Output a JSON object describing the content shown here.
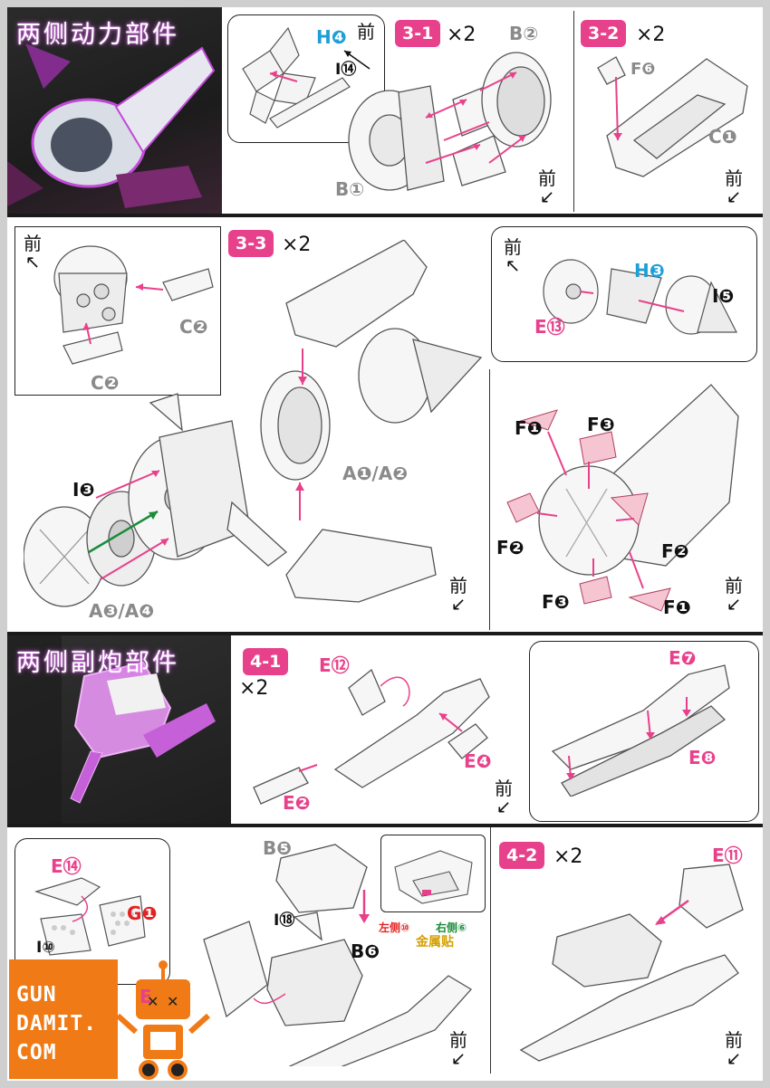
{
  "sections": {
    "engine": {
      "title": "两侧动力部件"
    },
    "cannon": {
      "title": "两侧副炮部件"
    }
  },
  "steps": {
    "s3_1": {
      "label": "3-1",
      "count": "×2"
    },
    "s3_2": {
      "label": "3-2",
      "count": "×2"
    },
    "s3_3": {
      "label": "3-3",
      "count": "×2"
    },
    "s4_1": {
      "label": "4-1",
      "count": "×2"
    },
    "s4_2": {
      "label": "4-2",
      "count": "×2"
    }
  },
  "front_label": "前",
  "parts": {
    "h4": "H❹",
    "i14": "I⑭",
    "b2": "B②",
    "b1": "B①",
    "f6": "F❻",
    "c1": "C❶",
    "c2a": "C❷",
    "c2b": "C❷",
    "i3": "I❸",
    "a34": "A❸/A❹",
    "a12": "A❶/A❷",
    "h3": "H❸",
    "i5": "I❺",
    "e13": "E⑬",
    "f1a": "F❶",
    "f3a": "F❸",
    "f2a": "F❷",
    "f2b": "F❷",
    "f3b": "F❸",
    "f1b": "F❶",
    "e12": "E⑫",
    "e4": "E❹",
    "e2": "E❷",
    "e7": "E❼",
    "e8": "E❽",
    "b5": "B❺",
    "e14": "E⑭",
    "g1": "G❶",
    "i10": "I⑩",
    "i18": "I⑱",
    "b6": "B❻",
    "e11": "E⑪",
    "e_partial": "E"
  },
  "decal": {
    "left": "左侧",
    "left_num": "⑩",
    "right": "右侧",
    "right_num": "⑥",
    "title": "金属贴"
  },
  "watermark": {
    "line1": "GUN",
    "line2": "DAMIT.",
    "line3": "COM"
  },
  "colors": {
    "accent": "#e8418b",
    "blue": "#1e9fd8",
    "rule": "#1a1a1a",
    "logo": "#f07a15"
  }
}
